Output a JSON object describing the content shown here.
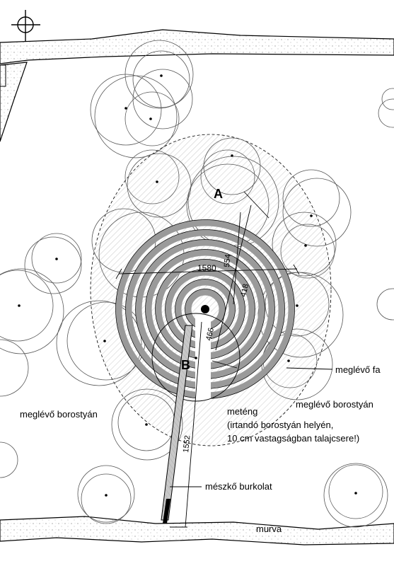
{
  "markers": {
    "a": "A",
    "b": "B"
  },
  "dimensions": {
    "diameter": "1580",
    "d1": "554",
    "d2": "418",
    "d3": "466",
    "path": "1552"
  },
  "labels": {
    "existing_ivy_left": "meglévő borostyán",
    "existing_ivy_right": "meglévő borostyán",
    "existing_tree": "meglévő fa",
    "periwinkle_1": "meténg",
    "periwinkle_2": "(irtandó borostyán helyén,",
    "periwinkle_3": "10 cm vastagságban talajcsere!)",
    "limestone": "mészkő burkolat",
    "gravel": "murva"
  },
  "colors": {
    "line": "#000000",
    "hatch": "#9a9a9a",
    "labyrinth_fill": "#c8c8c8",
    "tree_line": "#555555"
  }
}
